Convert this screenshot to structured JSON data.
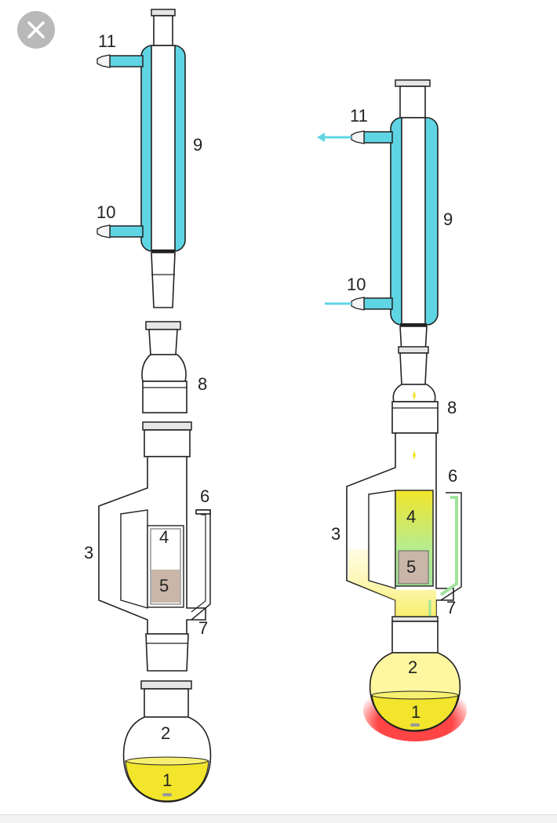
{
  "close_button": {
    "icon": "close-icon"
  },
  "left_apparatus": {
    "labels": {
      "n1": "1",
      "n2": "2",
      "n3": "3",
      "n4": "4",
      "n5": "5",
      "n6": "6",
      "n7": "7",
      "n8": "8",
      "n9": "9",
      "n10": "10",
      "n11": "11"
    }
  },
  "right_apparatus": {
    "labels": {
      "n1": "1",
      "n2": "2",
      "n3": "3",
      "n4": "4",
      "n5": "5",
      "n6": "6",
      "n7": "7",
      "n8": "8",
      "n9": "9",
      "n10": "10",
      "n11": "11"
    }
  },
  "colors": {
    "coolant": "#5fd5e3",
    "solvent": "#f2e52b",
    "sample": "#c9b6a8",
    "heat": "#ff3030",
    "extract_green": "#9fe39a"
  }
}
